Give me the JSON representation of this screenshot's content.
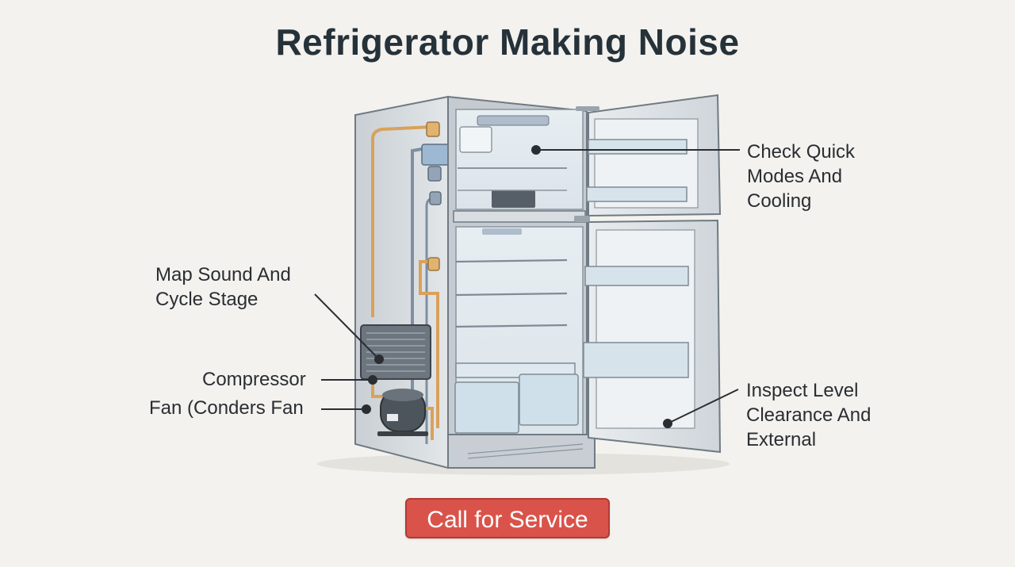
{
  "title": "Refrigerator Making Noise",
  "callouts": {
    "quick_modes": "Check Quick\nModes And\nCooling",
    "sound_cycle": "Map Sound And\nCycle Stage",
    "compressor": "Compressor",
    "fan": "Fan (Conders Fan",
    "inspect_level": "Inspect Level\nClearance And\nExternal"
  },
  "cta": {
    "label": "Call for Service"
  },
  "colors": {
    "background": "#f3f2ee",
    "cta": "#d9534a",
    "copper_pipe": "#d9a15a",
    "steel_pipe": "#7d8fa3",
    "fridge_body": "#d6dadd",
    "glass": "#cfe0ea"
  }
}
